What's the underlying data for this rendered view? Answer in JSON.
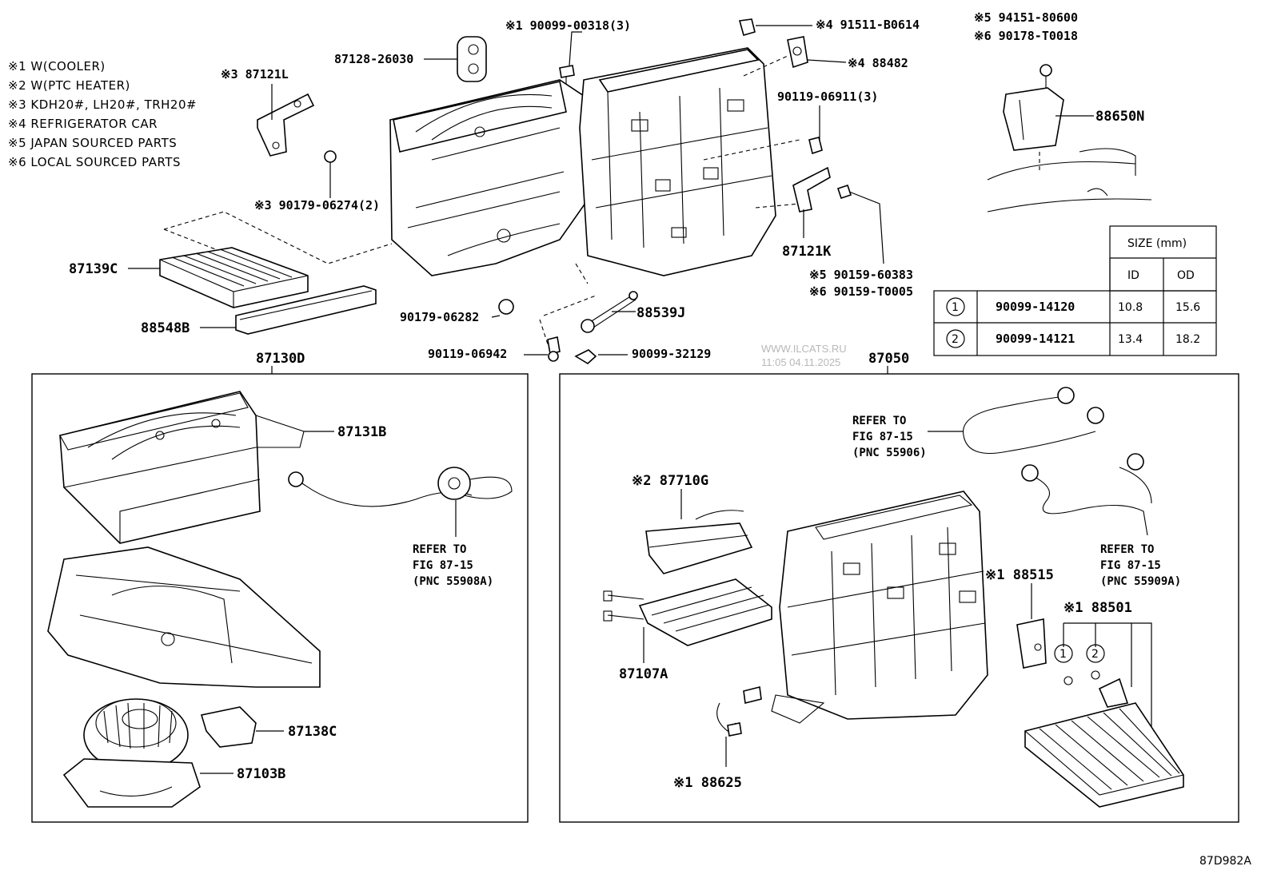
{
  "notes": [
    "※1 W(COOLER)",
    "※2 W(PTC HEATER)",
    "※3 KDH20#, LH20#, TRH20#",
    "※4 REFRIGERATOR CAR",
    "※5 JAPAN SOURCED PARTS",
    "※6 LOCAL SOURCED PARTS"
  ],
  "labels": {
    "p87128": "87128-26030",
    "p90099_00318": "※1 90099-00318(3)",
    "p91511": "※4 91511-B0614",
    "p88482": "※4 88482",
    "p87121L": "※3 87121L",
    "p90179_06274": "※3 90179-06274(2)",
    "p90119_06911": "90119-06911(3)",
    "p94151": "※5 94151-80600",
    "p90178": "※6 90178-T0018",
    "p88650N": "88650N",
    "p87121K": "87121K",
    "p90159_60383": "※5 90159-60383",
    "p90159_T0005": "※6 90159-T0005",
    "p87139C": "87139C",
    "p88548B": "88548B",
    "p90179_06282": "90179-06282",
    "p88539J": "88539J",
    "p90119_06942": "90119-06942",
    "p90099_32129": "90099-32129",
    "p87130D": "87130D",
    "p87050": "87050",
    "p87131B": "87131B",
    "p87138C": "87138C",
    "p87103B": "87103B",
    "p87710G": "※2 87710G",
    "p87107A": "87107A",
    "p88625": "※1 88625",
    "p88515": "※1 88515",
    "p88501": "※1 88501",
    "ref1_l1": "REFER TO",
    "ref1_l2": "FIG 87-15",
    "ref1_l3": "(PNC 55908A)",
    "ref2_l1": "REFER TO",
    "ref2_l2": "FIG 87-15",
    "ref2_l3": "(PNC 55906)",
    "ref3_l1": "REFER TO",
    "ref3_l2": "FIG 87-15",
    "ref3_l3": "(PNC 55909A)",
    "circle1": "1",
    "circle2": "2",
    "watermark_l1": "WWW.ILCATS.RU",
    "watermark_l2": "11:05 04.11.2025",
    "figure_id": "87D982A"
  },
  "size_table": {
    "title": "SIZE (mm)",
    "col_id": "ID",
    "col_od": "OD",
    "rows": [
      {
        "marker": "1",
        "part": "90099-14120",
        "id": "10.8",
        "od": "15.6"
      },
      {
        "marker": "2",
        "part": "90099-14121",
        "id": "13.4",
        "od": "18.2"
      }
    ]
  }
}
